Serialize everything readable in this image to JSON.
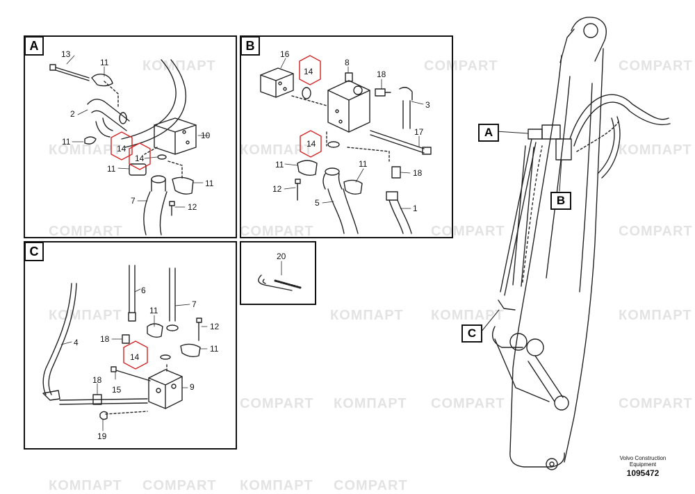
{
  "watermark": "КОМПАРТ",
  "watermark_latin": "COMPART",
  "panels": {
    "a": "A",
    "b": "B",
    "c": "C"
  },
  "parts": {
    "a": [
      "13",
      "11",
      "2",
      "10",
      "11",
      "14",
      "14",
      "11",
      "7",
      "11",
      "12"
    ],
    "b": [
      "16",
      "14",
      "8",
      "18",
      "3",
      "17",
      "14",
      "11",
      "11",
      "18",
      "12",
      "5",
      "1"
    ],
    "c": [
      "6",
      "7",
      "4",
      "11",
      "12",
      "18",
      "11",
      "14",
      "18",
      "15",
      "9",
      "19"
    ],
    "kit": "20"
  },
  "callouts": {
    "a": "A",
    "b": "B",
    "c": "C"
  },
  "footer": {
    "maker": "Volvo Construction Equipment",
    "drawing_no": "1095472"
  }
}
